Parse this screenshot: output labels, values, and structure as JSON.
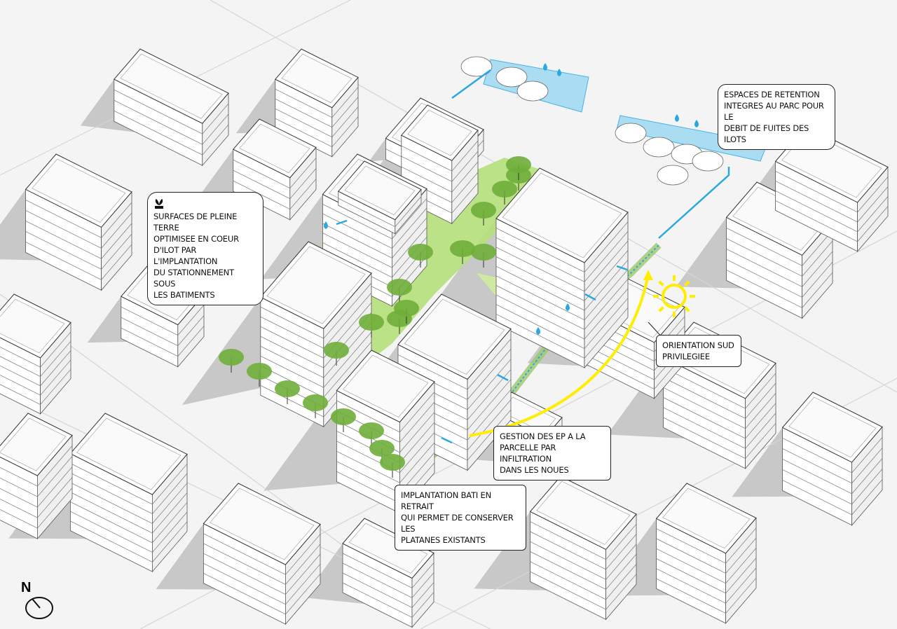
{
  "callouts": {
    "pleine_terre": "SURFACES DE PLEINE TERRE\nOPTIMISEE EN COEUR\nD'ILOT PAR L'IMPLANTATION\nDU STATIONNEMENT SOUS\nLES BATIMENTS",
    "retention": "ESPACES DE RETENTION\nINTEGRES AU PARC POUR LE\nDEBIT DE FUITES DES ILOTS",
    "orientation": "ORIENTATION SUD\nPRIVILEGIEE",
    "gestion_ep": "GESTION DES EP A LA\nPARCELLE PAR INFILTRATION\nDANS LES NOUES",
    "implantation": "IMPLANTATION BATI EN RETRAIT\nQUI PERMET DE CONSERVER LES\nPLATANES EXISTANTS"
  },
  "north_label": "N",
  "icons": [
    "plant-icon",
    "sun-icon",
    "water-drop-icon",
    "compass-icon"
  ],
  "colors": {
    "park_green": "#b5e07a",
    "tree_green": "#6fae3a",
    "water_blue": "#2aa8e0",
    "retention_blue": "#9fd9f2",
    "sun_yellow": "#ffee00",
    "shadow_gray": "#c8c8c8"
  }
}
